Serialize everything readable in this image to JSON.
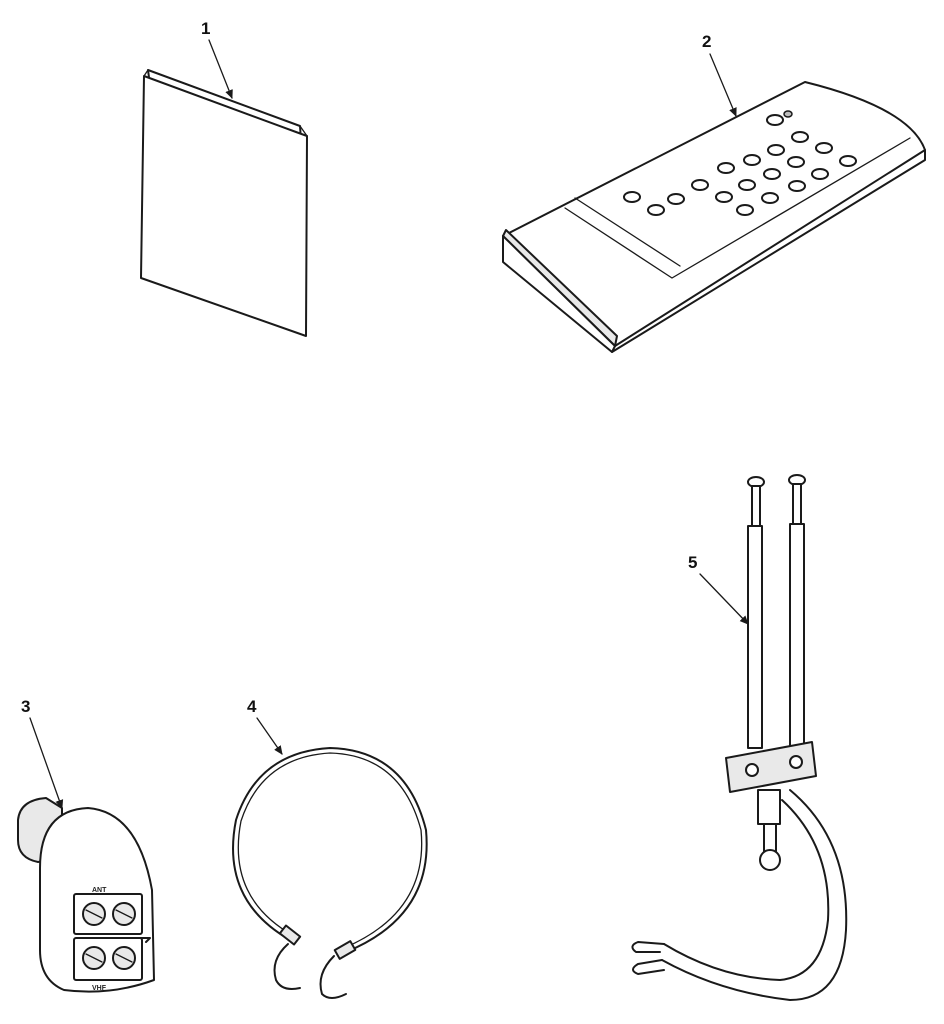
{
  "parts": [
    {
      "callout": "1",
      "icon": "manual-booklet-icon"
    },
    {
      "callout": "2",
      "icon": "remote-control-icon"
    },
    {
      "callout": "3",
      "icon": "antenna-adapter-icon"
    },
    {
      "callout": "4",
      "icon": "loop-antenna-icon"
    },
    {
      "callout": "5",
      "icon": "rabbit-ear-antenna-icon"
    }
  ],
  "adapter_labels": {
    "top": "ANT",
    "bottom": "VHF"
  }
}
